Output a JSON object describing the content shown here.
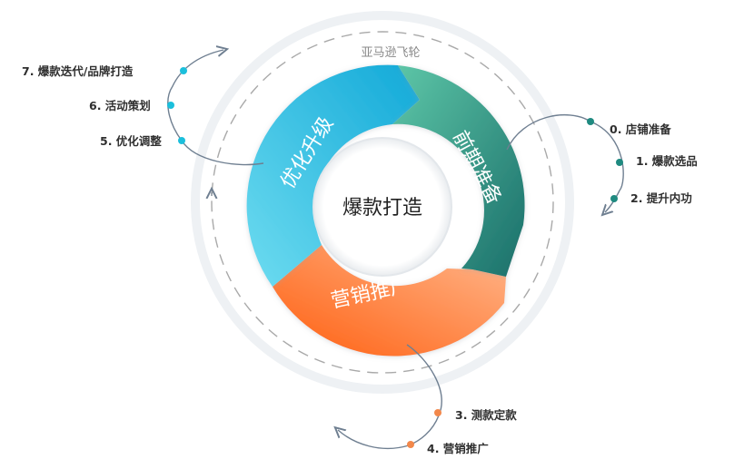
{
  "diagram": {
    "outer_label": "亚马逊飞轮",
    "center_label": "爆款打造",
    "segments": {
      "prep": {
        "label": "前期准备",
        "color_start": "#1e8f7e",
        "color_end": "#5ec7a8"
      },
      "promo": {
        "label": "营销推广",
        "color_start": "#ff6a1c",
        "color_end": "#ffae80"
      },
      "upgrade": {
        "label": "优化升级",
        "color_start": "#17b8d6",
        "color_end": "#6edcf0"
      }
    },
    "steps": {
      "s0": {
        "text": "0.  店铺准备",
        "dot_color": "#1f8a80"
      },
      "s1": {
        "text": "1.  爆款选品",
        "dot_color": "#1f8a80"
      },
      "s2": {
        "text": "2.  提升内功",
        "dot_color": "#1f8a80"
      },
      "s3": {
        "text": "3.  测款定款",
        "dot_color": "#f2884b"
      },
      "s4": {
        "text": "4.  营销推广",
        "dot_color": "#f2884b"
      },
      "s5": {
        "text": "5.  优化调整",
        "dot_color": "#1bbfdc"
      },
      "s6": {
        "text": "6.  活动策划",
        "dot_color": "#1bbfdc"
      },
      "s7": {
        "text": "7.  爆款迭代/品牌打造",
        "dot_color": "#1bbfdc"
      }
    }
  }
}
